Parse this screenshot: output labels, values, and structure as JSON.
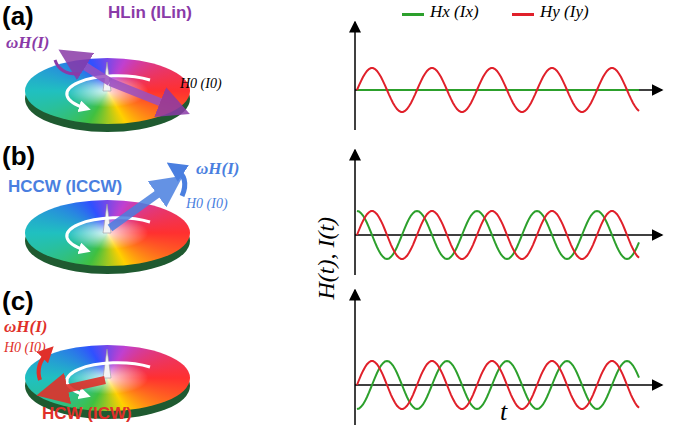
{
  "diagram": {
    "labels": [
      "(a)",
      "HLin (ILin)",
      "ωH(I)",
      "H0 (I0)",
      "(b)",
      "HCCW (ICCW)",
      "ωH(I)",
      "H0 (I0)",
      "(c)",
      "ωH(I)",
      "H0 (I0)",
      "HCW (ICW)",
      "H(t), I(t)",
      "t"
    ],
    "legend": [
      {
        "text": "Hx (Ix)",
        "color": "#2ca02c"
      },
      {
        "text": "Hy (Iy)",
        "color": "#e0202a"
      }
    ]
  }
}
